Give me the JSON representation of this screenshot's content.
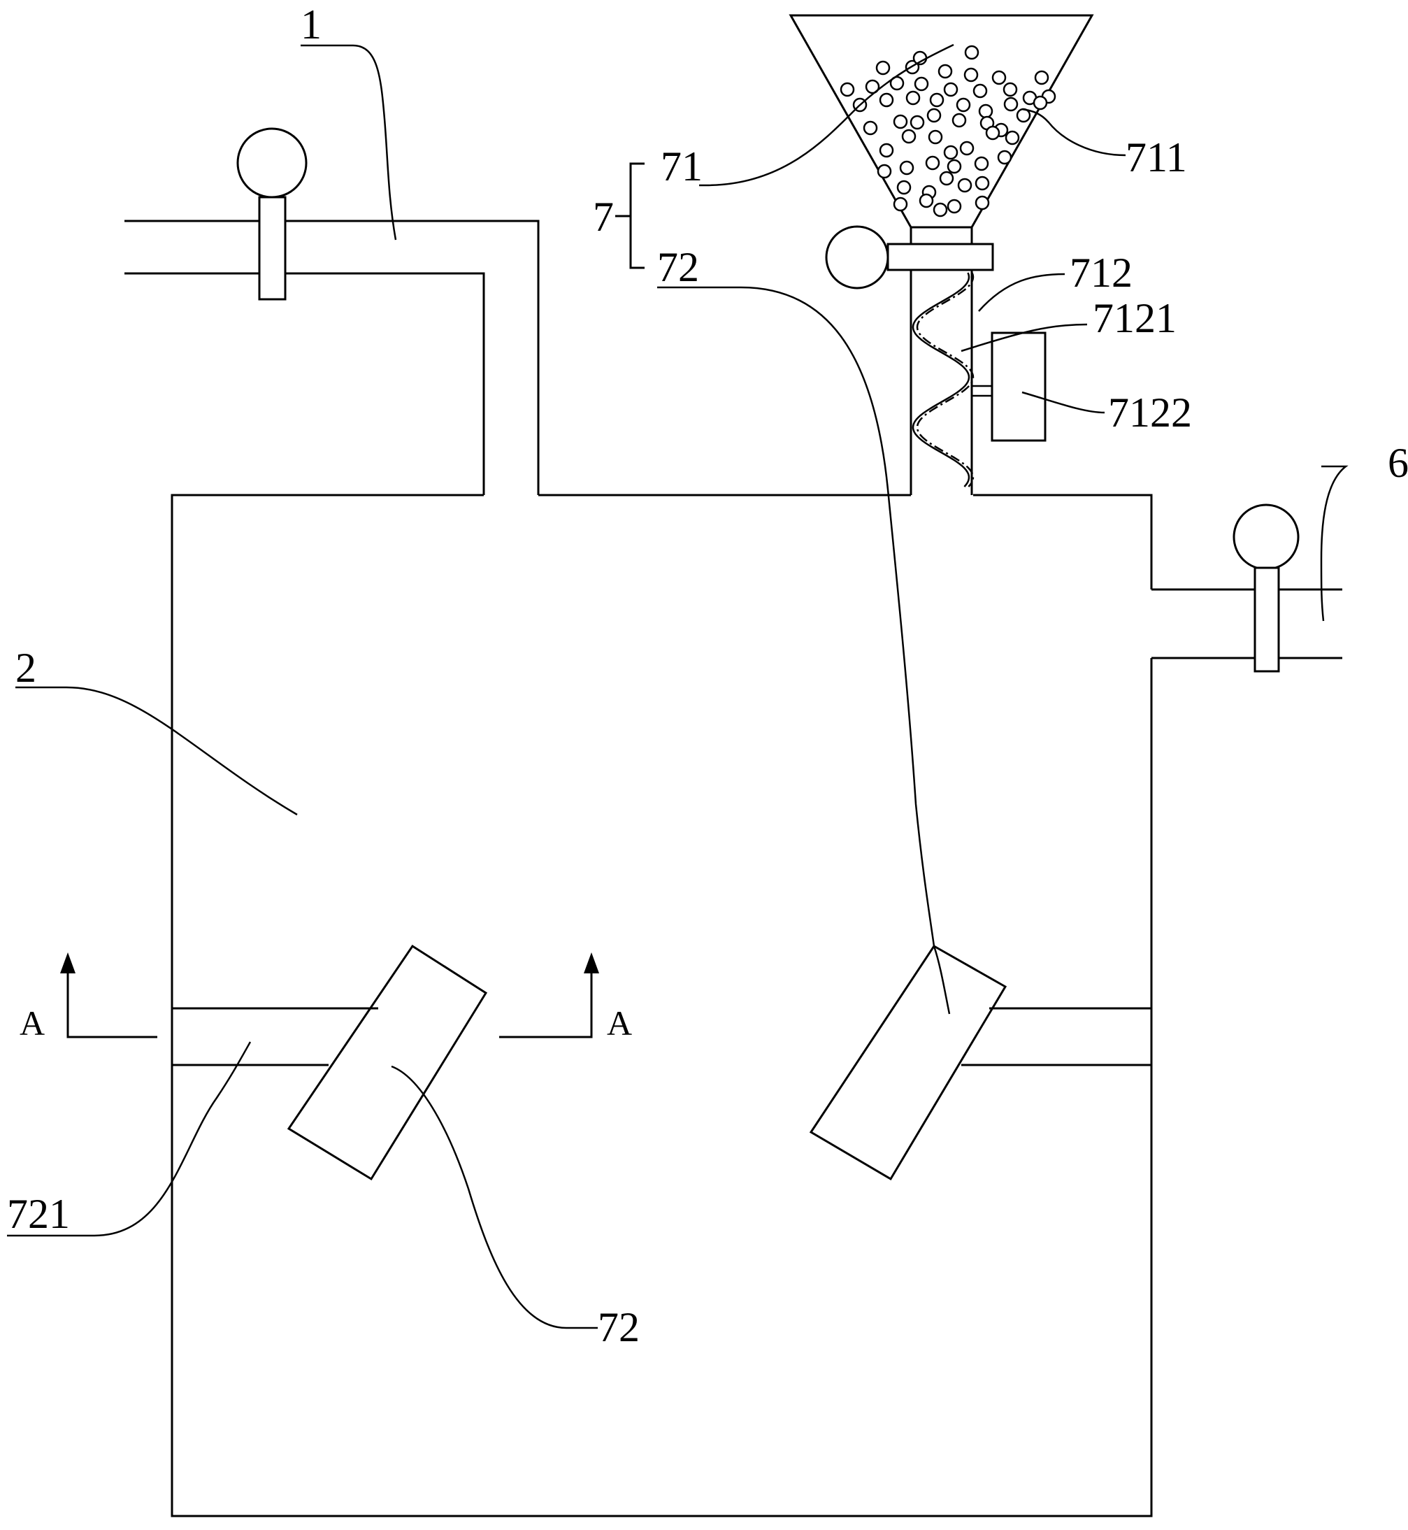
{
  "labels": {
    "l1": "1",
    "l2": "2",
    "l6": "6",
    "l7": "7",
    "l71": "71",
    "l72_top": "72",
    "l72_bottom": "72",
    "l711": "711",
    "l712": "712",
    "l7121": "7121",
    "l7122": "7122",
    "l721": "721",
    "sectionA_left": "A",
    "sectionA_right": "A"
  },
  "colors": {
    "line": "#000000",
    "background": "#ffffff"
  }
}
